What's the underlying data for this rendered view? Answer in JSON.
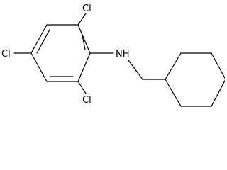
{
  "molecule": {
    "atoms": {
      "cl_top": "Cl",
      "cl_left": "Cl",
      "cl_bottom": "Cl",
      "nh": "NH"
    },
    "bond_color": "#000000"
  }
}
